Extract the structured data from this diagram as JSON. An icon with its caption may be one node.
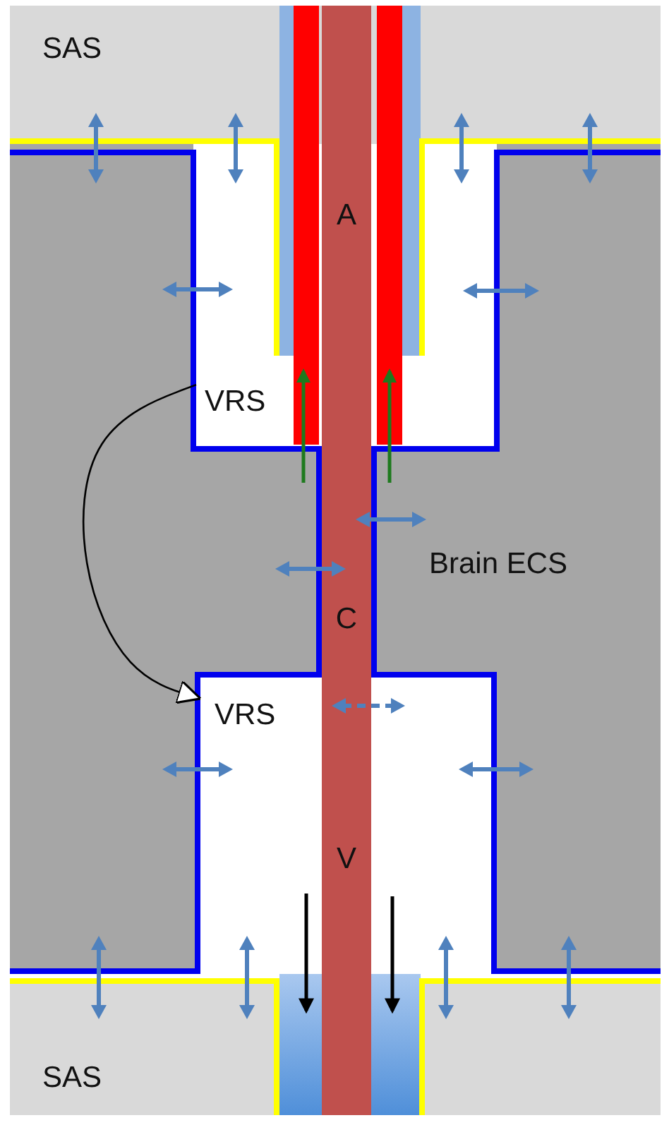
{
  "diagram": {
    "nodes": [
      {
        "text": [
          "SAS"
        ]
      },
      {
        "text": [
          "A"
        ]
      },
      {
        "text": [
          "VRS"
        ]
      },
      {
        "text": [
          "Brain ECS"
        ]
      },
      {
        "text": [
          "C"
        ]
      },
      {
        "text": [
          "VRS"
        ]
      },
      {
        "text": [
          "V"
        ]
      },
      {
        "text": [
          "SAS"
        ]
      }
    ],
    "edges": [
      {
        "from": 2,
        "to": 5,
        "arrow": "to"
      }
    ]
  }
}
